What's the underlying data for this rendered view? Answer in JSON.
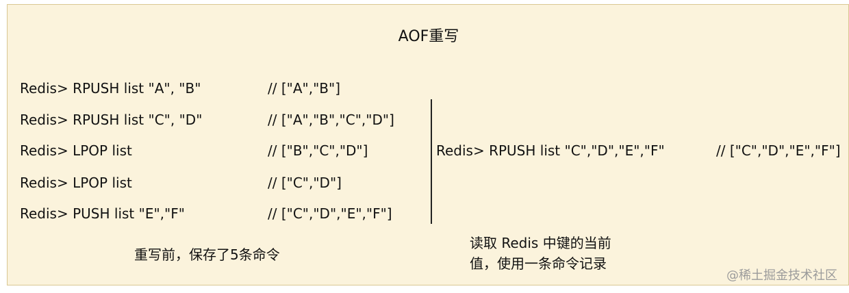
{
  "title": "AOF重写",
  "left": {
    "commands": [
      {
        "cmd": "Redis> RPUSH list \"A\", \"B\"",
        "result": "// [\"A\",\"B\"]"
      },
      {
        "cmd": "Redis> RPUSH list \"C\", \"D\"",
        "result": "// [\"A\",\"B\",\"C\",\"D\"]"
      },
      {
        "cmd": "Redis> LPOP list",
        "result": "// [\"B\",\"C\",\"D\"]"
      },
      {
        "cmd": "Redis> LPOP list",
        "result": "// [\"C\",\"D\"]"
      },
      {
        "cmd": "Redis> PUSH list \"E\",\"F\"",
        "result": "// [\"C\",\"D\",\"E\",\"F\"]"
      }
    ],
    "caption": "重写前，保存了5条命令"
  },
  "right": {
    "command": "Redis> RPUSH list \"C\",\"D\",\"E\",\"F\"",
    "result": "// [\"C\",\"D\",\"E\",\"F\"]",
    "caption_line1": "读取 Redis 中键的当前",
    "caption_line2": "值，使用一条命令记录"
  },
  "watermark": "@稀土掘金技术社区"
}
